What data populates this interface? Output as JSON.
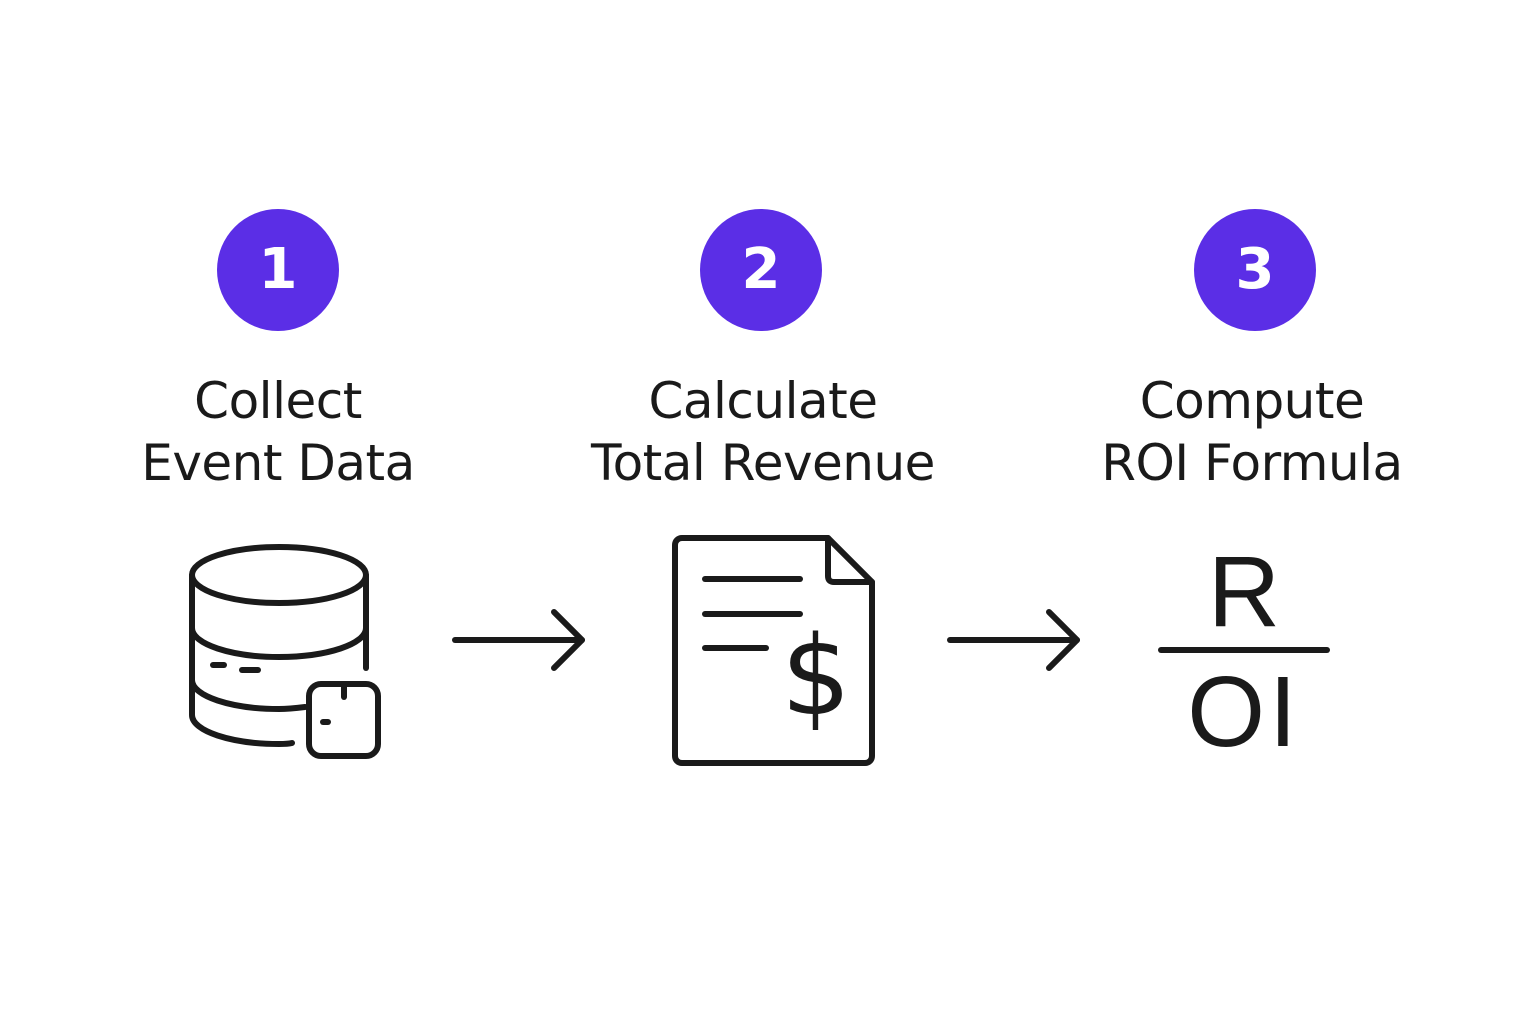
{
  "colors": {
    "accent": "#5b2ee6",
    "ink": "#1a1a1a",
    "background": "#ffffff"
  },
  "steps": [
    {
      "number": "1",
      "title_line1": "Collect",
      "title_line2": "Event Data",
      "icon": "database-icon"
    },
    {
      "number": "2",
      "title_line1": "Calculate",
      "title_line2": "Total Revenue",
      "icon": "invoice-dollar-icon"
    },
    {
      "number": "3",
      "title_line1": "Compute",
      "title_line2": "ROI Formula",
      "icon": "roi-fraction-icon"
    }
  ],
  "fraction": {
    "numerator": "R",
    "denominator": "OI"
  },
  "connectors": [
    "arrow-right-icon",
    "arrow-right-icon"
  ]
}
